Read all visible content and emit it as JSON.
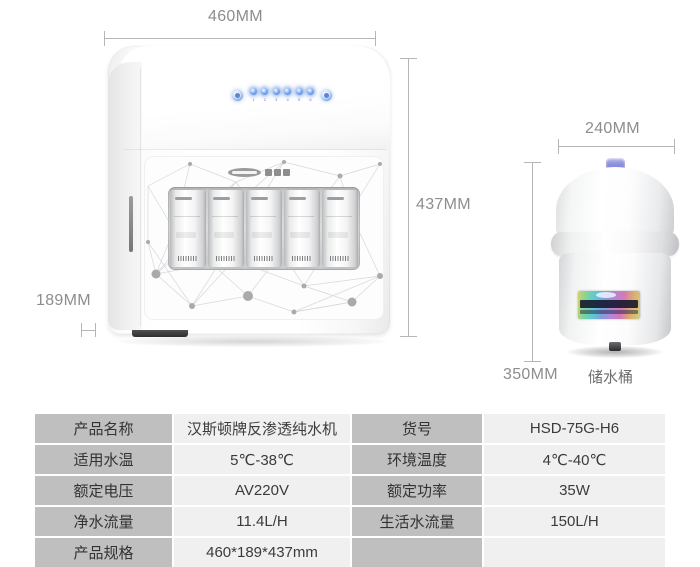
{
  "dimensions": {
    "purifier_width": "460MM",
    "purifier_height": "437MM",
    "purifier_depth": "189MM",
    "tank_width": "240MM",
    "tank_height": "350MM"
  },
  "captions": {
    "tank": "储水桶"
  },
  "control_panel": {
    "led_numbers": [
      "1",
      "2",
      "3",
      "4",
      "5",
      "6"
    ]
  },
  "spec_table": {
    "rows": [
      {
        "key": "产品名称",
        "value": "汉斯顿牌反渗透纯水机",
        "key2": "货号",
        "value2": "HSD-75G-H6"
      },
      {
        "key": "适用水温",
        "value": "5℃-38℃",
        "key2": "环境温度",
        "value2": "4℃-40℃"
      },
      {
        "key": "额定电压",
        "value": "AV220V",
        "key2": "额定功率",
        "value2": "35W"
      },
      {
        "key": "净水流量",
        "value": "11.4L/H",
        "key2": "生活水流量",
        "value2": "150L/H"
      },
      {
        "key": "产品规格",
        "value": "460*189*437mm",
        "key2": "",
        "value2": ""
      }
    ]
  },
  "colors": {
    "table_key_bg": "#bfbfbf",
    "table_value_bg": "#f0f0f0",
    "dimension_text": "#8d8d8d",
    "led_blue": "#2f6fd8",
    "tank_cap_blue": "#8e92dd"
  }
}
